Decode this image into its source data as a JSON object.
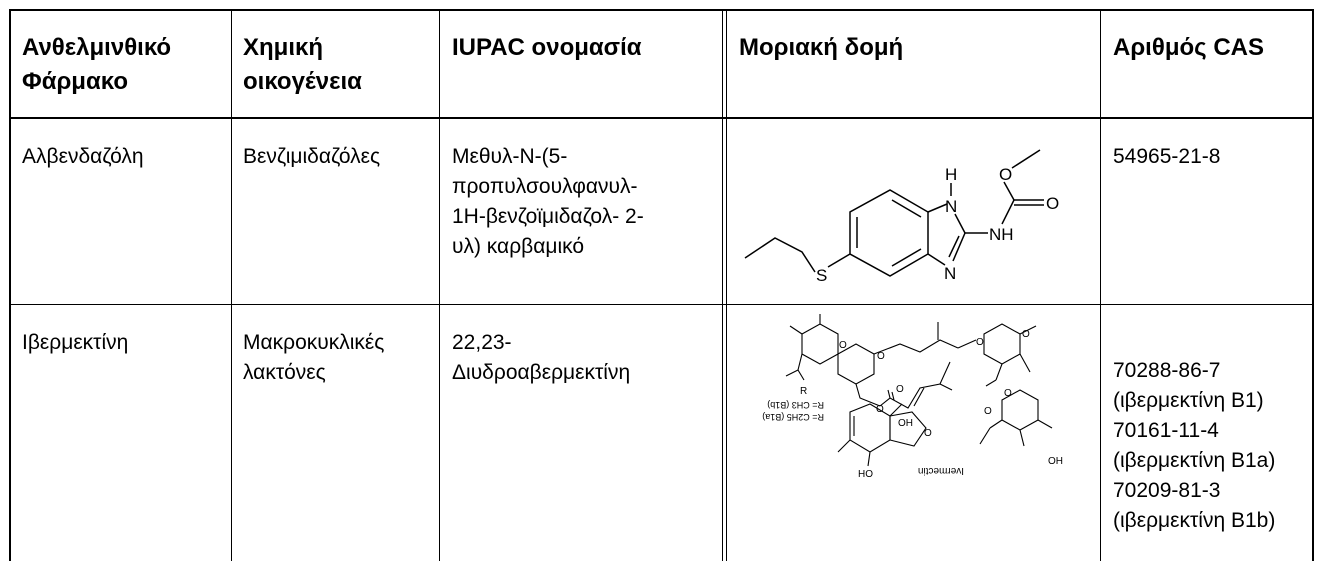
{
  "table": {
    "headers": [
      {
        "line1": "Ανθελμινθικό",
        "line2": "Φάρμακο"
      },
      {
        "line1": "Χημική",
        "line2": "οικογένεια"
      },
      {
        "line1": "IUPAC ονομασία",
        "line2": ""
      },
      {
        "line1": "Μοριακή δομή",
        "line2": ""
      },
      {
        "line1": "Αριθμός CAS",
        "line2": ""
      }
    ],
    "rows": [
      {
        "drug": "Αλβενδαζόλη",
        "family": "Βενζιμιδαζόλες",
        "iupac": [
          "Μεθυλ-N-(5-",
          "προπυλσουλφανυλ-",
          "1H-βενζοϊμιδαζολ-   2-",
          "υλ) καρβαμικό"
        ],
        "structure": {
          "atoms": {
            "h": "H",
            "n1": "N",
            "n2": "N",
            "s": "S",
            "o1": "O",
            "o2": "O",
            "nh": "NH"
          }
        },
        "cas": [
          "54965-21-8"
        ]
      },
      {
        "drug": "Ιβερμεκτίνη",
        "family": [
          "Μακροκυκλικές",
          "λακτόνες"
        ],
        "iupac": [
          "22,23-",
          "Διυδροαβερμεκτίνη"
        ],
        "structure": {
          "labels": {
            "r": "R",
            "rb1a": "R= CH3 (B1b)",
            "rb1b": "R= C2H5 (B1a)",
            "name": "Ivermectin",
            "oh1": "OH",
            "oh2": "OH",
            "oh3": "HO"
          }
        },
        "cas": [
          "70288-86-7",
          "(ιβερμεκτίνη B1)",
          "70161-11-4",
          "(ιβερμεκτίνη  B1a)",
          "70209-81-3",
          "(ιβερμεκτίνη B1b)"
        ]
      }
    ]
  }
}
